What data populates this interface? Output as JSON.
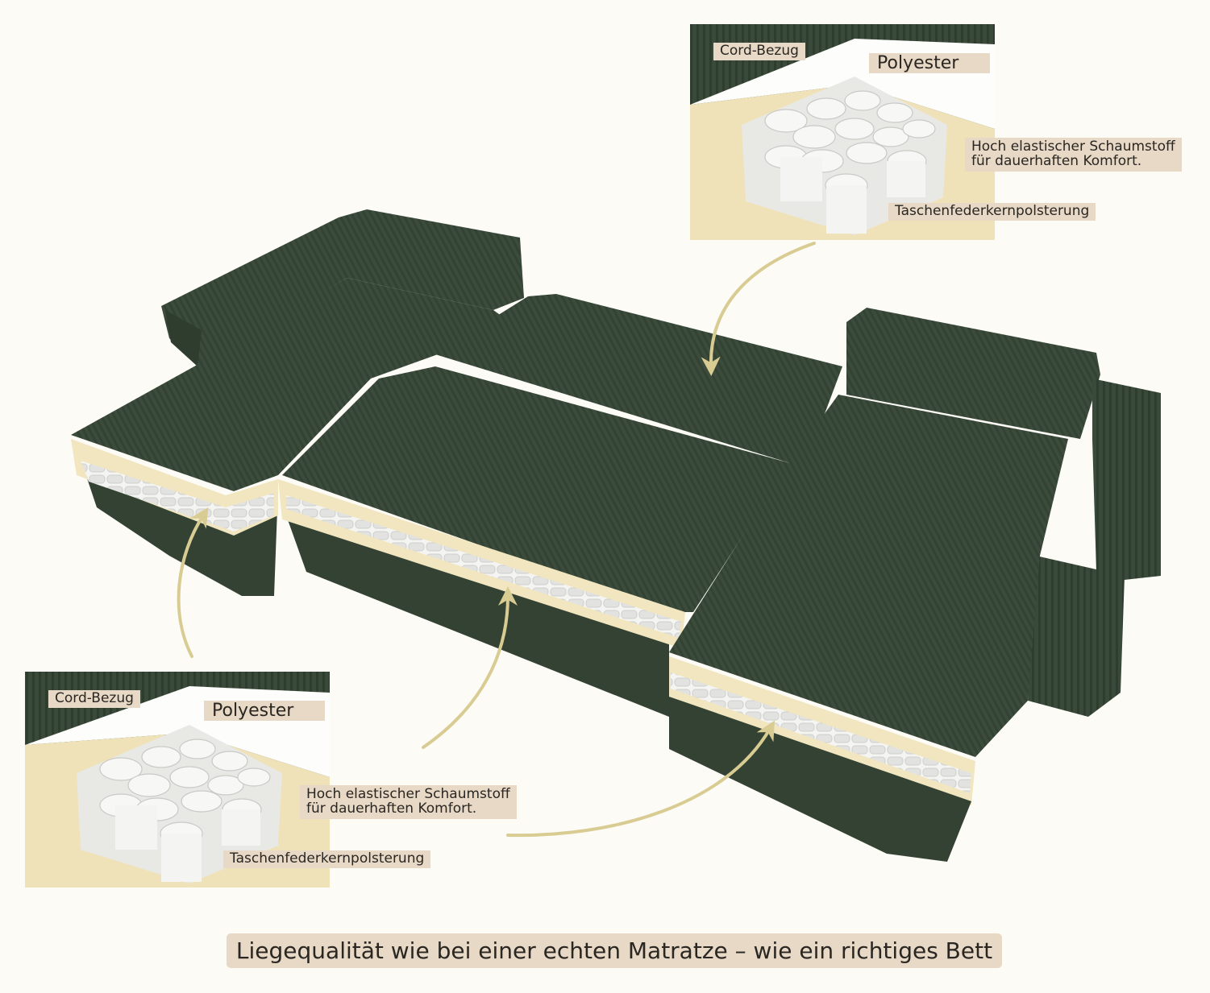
{
  "inset_top": {
    "cord_label": "Cord-Bezug",
    "polyester_label": "Polyester",
    "foam_line1": "Hoch elastischer Schaumstoff",
    "foam_line2": "für dauerhaften Komfort.",
    "springs_label": "Taschenfederkernpolsterung"
  },
  "inset_bottom": {
    "cord_label": "Cord-Bezug",
    "polyester_label": "Polyester",
    "foam_line1": "Hoch elastischer Schaumstoff",
    "foam_line2": "für dauerhaften Komfort.",
    "springs_label": "Taschenfederkernpolsterung"
  },
  "caption": "Liegequalität wie bei einer echten Matratze – wie ein richtiges Bett",
  "colors": {
    "background": "#fdfbf6",
    "sofa_green": "#3b4b3b",
    "arrow_gold": "#d9cc93",
    "label_bg": "#e7d9c6",
    "foam_cream": "#f1e6bf"
  }
}
